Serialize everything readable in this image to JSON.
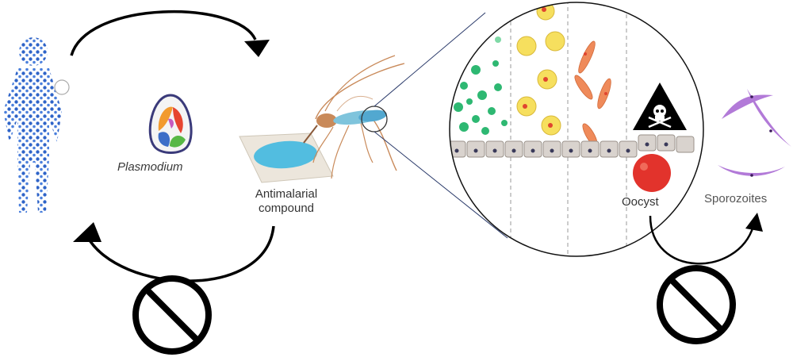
{
  "labels": {
    "plasmodium": "Plasmodium",
    "compound_line1": "Antimalarial",
    "compound_line2": "compound",
    "oocyst": "Oocyst",
    "sporozoites": "Sporozoites"
  },
  "icons": {
    "prohibit_left": "prohibition-icon",
    "prohibit_right": "prohibition-icon",
    "hazard": "skull-crossbones-icon"
  },
  "colors": {
    "human": "#2f64c8",
    "compound": "#52bde0",
    "green_cells": "#2eb872",
    "yellow_cells": "#f6df5e",
    "red_nucleus": "#e0452f",
    "orange_parasite": "#ef8a5a",
    "oocyst": "#e2332c",
    "sporozoite": "#b27ad8",
    "mosquito": "#c98a5a"
  }
}
